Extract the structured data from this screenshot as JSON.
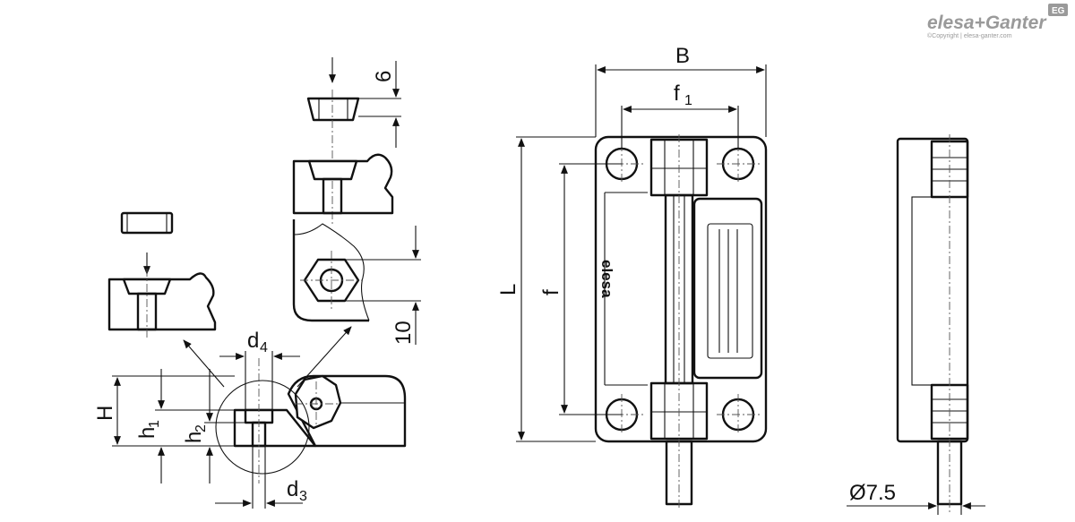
{
  "brand": {
    "logo_text": "elesa+Ganter",
    "logo_badge": "EG",
    "copyright": "©Copyright | elesa-ganter.com"
  },
  "product_mark": "elesa",
  "dimensions": {
    "B": "B",
    "f1": "f",
    "f1_sub": "1",
    "L": "L",
    "f": "f",
    "H": "H",
    "h1": "h",
    "h1_sub": "1",
    "h2": "h",
    "h2_sub": "2",
    "d4": "d",
    "d4_sub": "4",
    "d3": "d",
    "d3_sub": "3",
    "six": "6",
    "ten": "10",
    "diameter": "Ø7.5"
  },
  "colors": {
    "line": "#111111",
    "logo": "#9a9a9a"
  }
}
